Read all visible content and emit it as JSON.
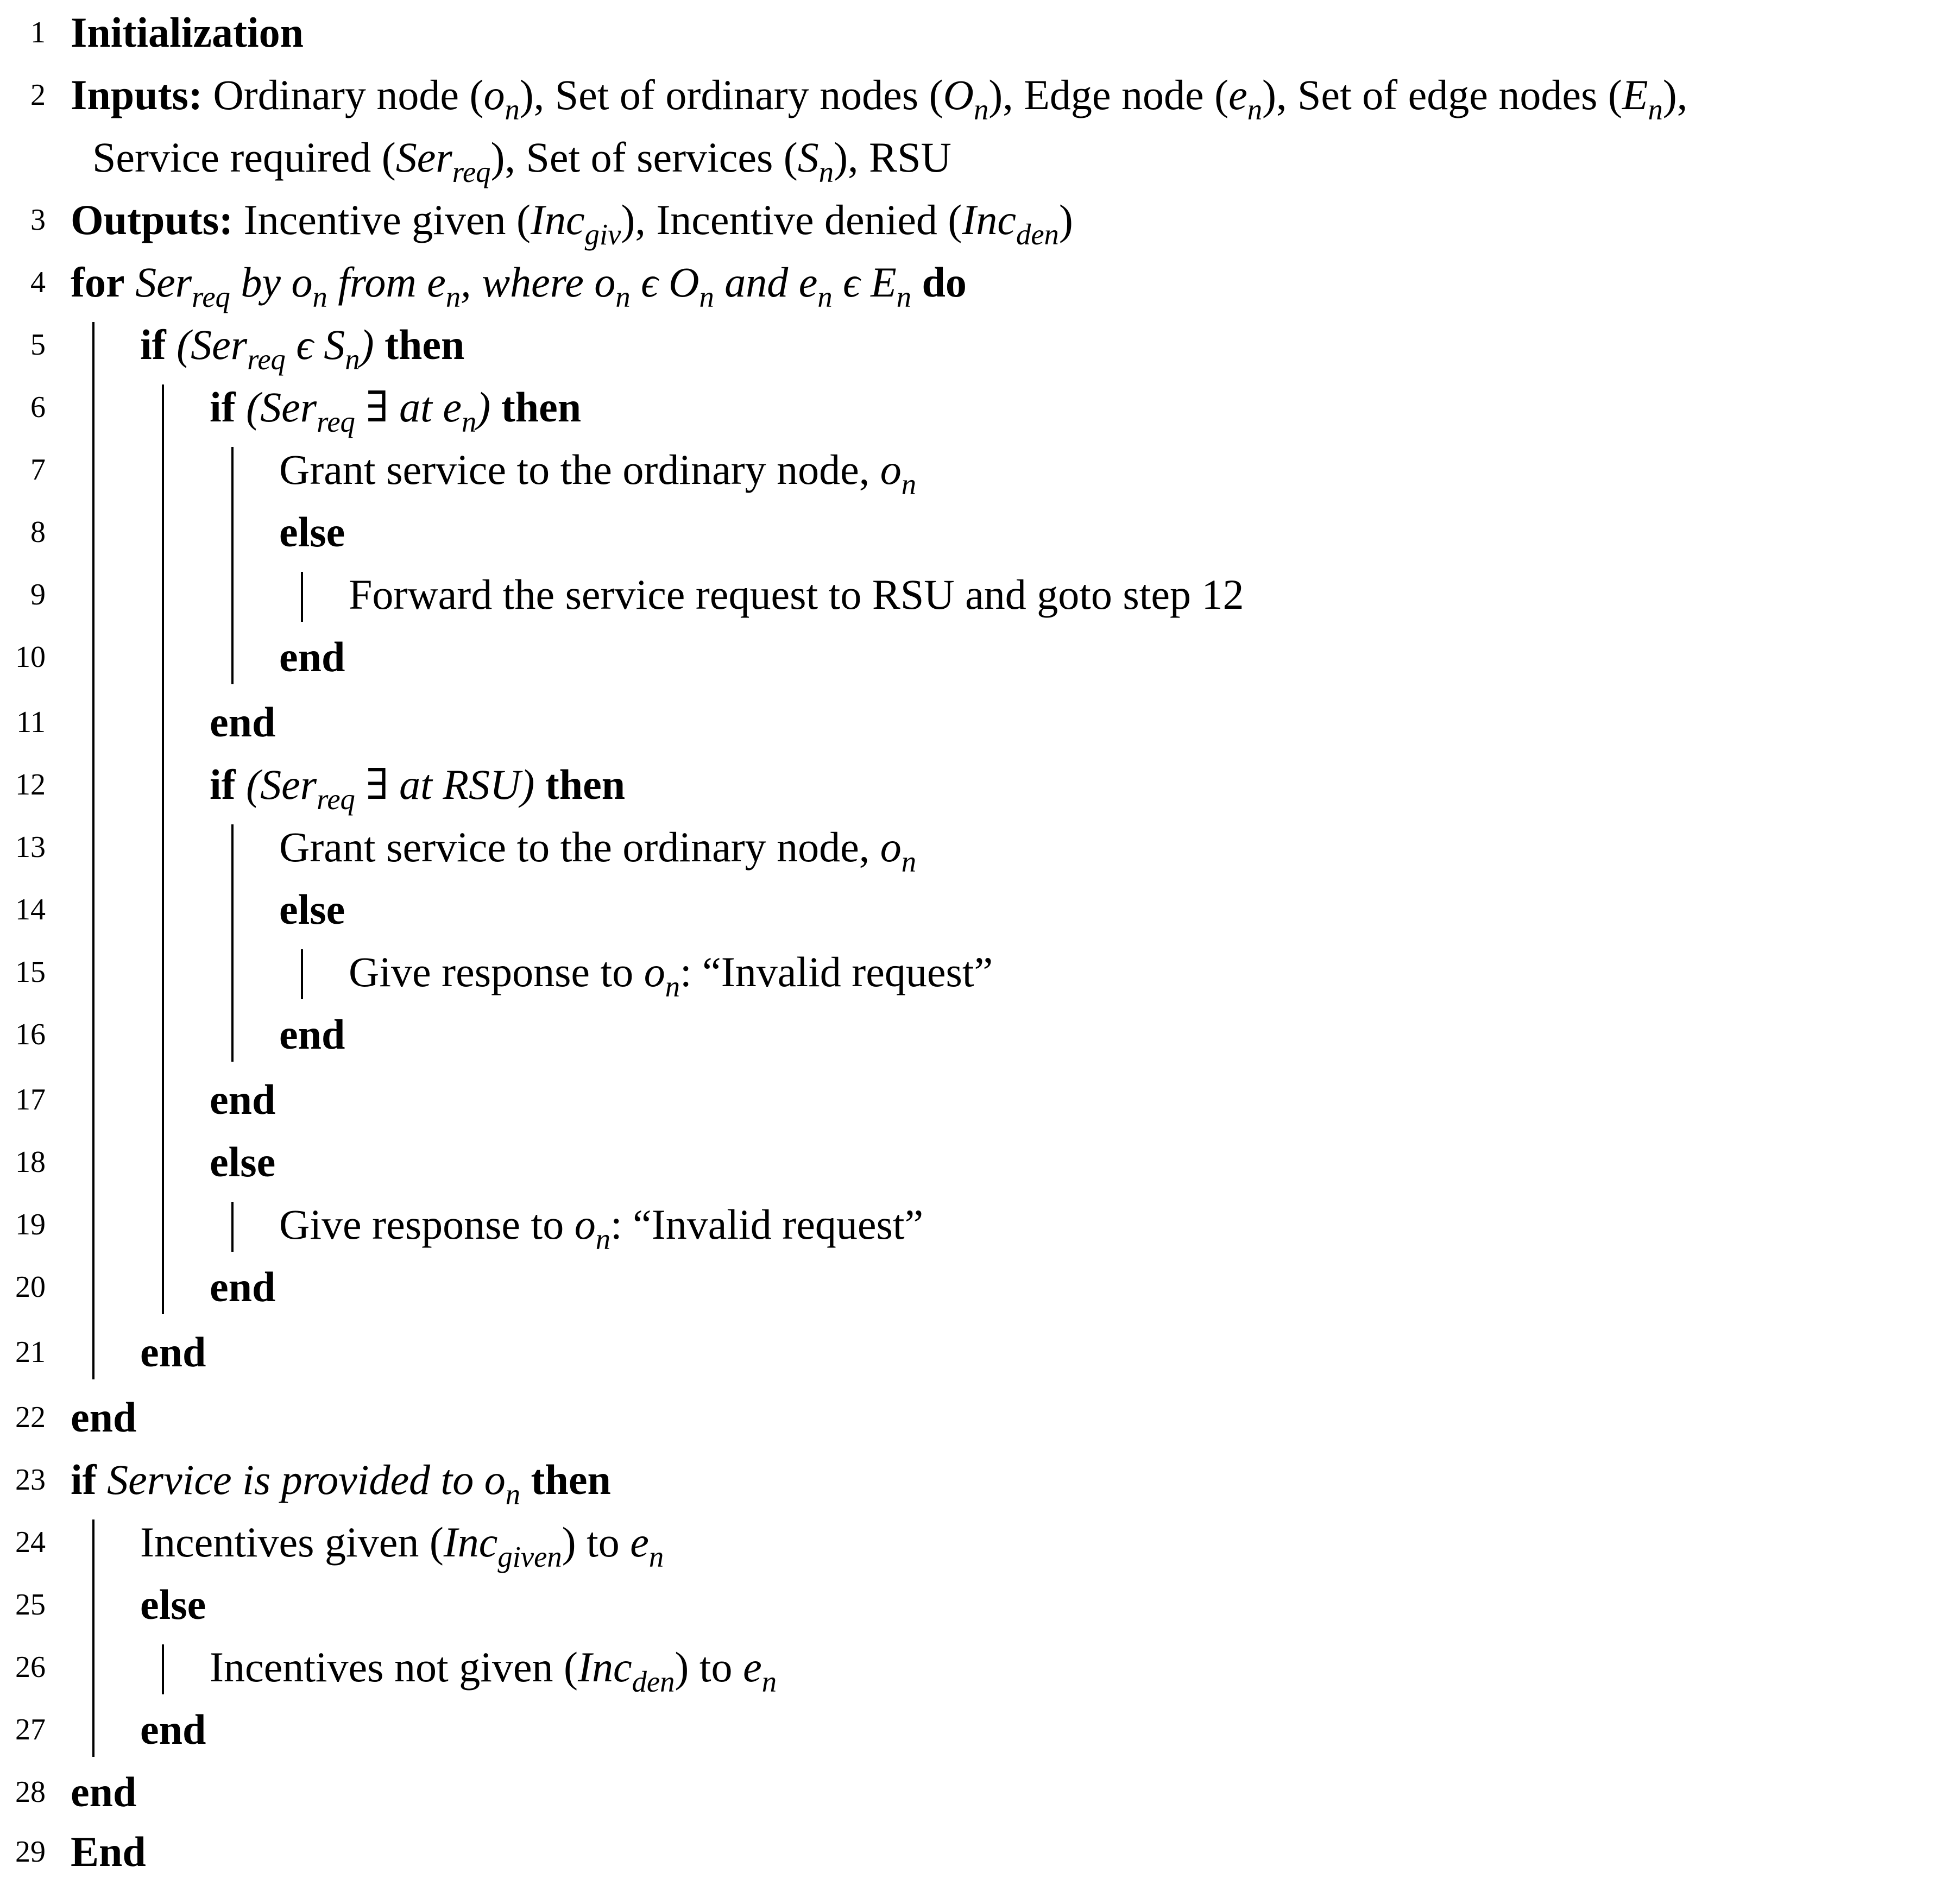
{
  "lines": [
    {
      "num": "1",
      "html": "<b>Initialization</b>"
    },
    {
      "num": "2",
      "html": "<b>Inputs:</b> Ordinary node (<span class=\"it\">o<sub>n</sub></span>), Set of ordinary nodes (<span class=\"it\">O<sub>n</sub></span>), Edge node (<span class=\"it\">e<sub>n</sub></span>), Set of edge nodes (<span class=\"it\">E<sub>n</sub></span>),"
    },
    {
      "num": "",
      "html": "Service required (<span class=\"it\">Ser<sub>req</sub></span>), Set of services (<span class=\"it\">S<sub>n</sub></span>), RSU"
    },
    {
      "num": "3",
      "html": "<b>Outputs:</b> Incentive given (<span class=\"it\">Inc<sub>giv</sub></span>), Incentive denied (<span class=\"it\">Inc<sub>den</sub></span>)"
    },
    {
      "num": "4",
      "html": "<b>for</b> <span class=\"it\">Ser<sub>req</sub> by o<sub>n</sub> from e<sub>n</sub>, where o<sub>n</sub> ϵ O<sub>n</sub> and e<sub>n</sub> ϵ E<sub>n</sub></span> <b>do</b>"
    },
    {
      "num": "5",
      "html": "<b>if</b> <span class=\"it\">(Ser<sub>req</sub> ϵ S<sub>n</sub>)</span> <b>then</b>"
    },
    {
      "num": "6",
      "html": "<b>if</b> <span class=\"it\">(Ser<sub>req</sub> ∃ at e<sub>n</sub>)</span> <b>then</b>"
    },
    {
      "num": "7",
      "html": "Grant service to the ordinary node, <span class=\"it\">o<sub>n</sub></span>"
    },
    {
      "num": "8",
      "html": "<b>else</b>"
    },
    {
      "num": "9",
      "html": "Forward the service request to RSU and goto step 12"
    },
    {
      "num": "10",
      "html": "<b>end</b>"
    },
    {
      "num": "11",
      "html": "<b>end</b>"
    },
    {
      "num": "12",
      "html": "<b>if</b> <span class=\"it\">(Ser<sub>req</sub> ∃ at RSU)</span> <b>then</b>"
    },
    {
      "num": "13",
      "html": "Grant service to the ordinary node, <span class=\"it\">o<sub>n</sub></span>"
    },
    {
      "num": "14",
      "html": "<b>else</b>"
    },
    {
      "num": "15",
      "html": "Give response to <span class=\"it\">o<sub>n</sub></span>: “Invalid request”"
    },
    {
      "num": "16",
      "html": "<b>end</b>"
    },
    {
      "num": "17",
      "html": "<b>end</b>"
    },
    {
      "num": "18",
      "html": "<b>else</b>"
    },
    {
      "num": "19",
      "html": "Give response to <span class=\"it\">o<sub>n</sub></span>: “Invalid request”"
    },
    {
      "num": "20",
      "html": "<b>end</b>"
    },
    {
      "num": "21",
      "html": "<b>end</b>"
    },
    {
      "num": "22",
      "html": "<b>end</b>"
    },
    {
      "num": "23",
      "html": "<b>if</b> <span class=\"it\">Service is provided to o<sub>n</sub></span> <b>then</b>"
    },
    {
      "num": "24",
      "html": "Incentives given (<span class=\"it\">Inc<sub>given</sub></span>) to <span class=\"it\">e<sub>n</sub></span>"
    },
    {
      "num": "25",
      "html": "<b>else</b>"
    },
    {
      "num": "26",
      "html": "Incentives not given (<span class=\"it\">Inc<sub>den</sub></span>) to <span class=\"it\">e<sub>n</sub></span>"
    },
    {
      "num": "27",
      "html": "<b>end</b>"
    },
    {
      "num": "28",
      "html": "<b>end</b>"
    },
    {
      "num": "29",
      "html": "<b>End</b>"
    }
  ]
}
